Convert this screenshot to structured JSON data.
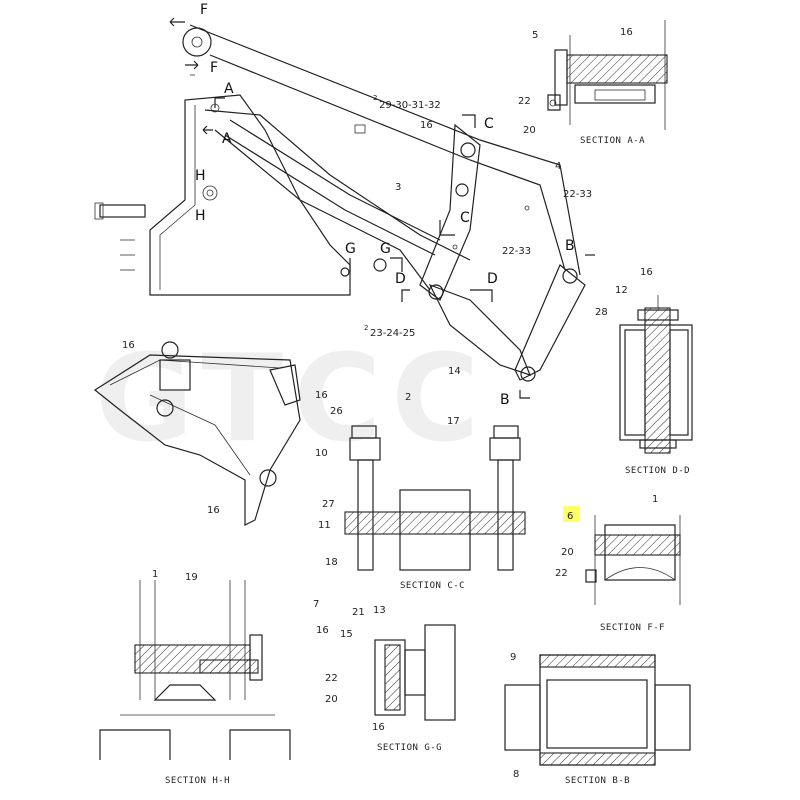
{
  "watermark": "GTCC",
  "letters": {
    "F": "F",
    "A": "A",
    "H": "H",
    "C": "C",
    "G": "G",
    "D": "D",
    "B": "B"
  },
  "parts": {
    "p1": "1",
    "p2": "2",
    "p3": "3",
    "p4": "4",
    "p5": "5",
    "p6": "6",
    "p7": "7",
    "p8": "8",
    "p9": "9",
    "p10": "10",
    "p11": "11",
    "p12": "12",
    "p13": "13",
    "p14": "14",
    "p15": "15",
    "p16": "16",
    "p17": "17",
    "p18": "18",
    "p19": "19",
    "p20": "20",
    "p21": "21",
    "p22": "22",
    "p26": "26",
    "p27": "27",
    "p28": "28",
    "p22_33": "22-33",
    "p29_32": "29-30-31-32",
    "p23_25": "23-24-25",
    "hold": "2"
  },
  "sections": {
    "aa": "SECTION A-A",
    "dd": "SECTION D-D",
    "cc": "SECTION C-C",
    "ff": "SECTION F-F",
    "hh": "SECTION H-H",
    "gg": "SECTION G-G",
    "bb": "SECTION B-B"
  },
  "highlight": {
    "label": "6",
    "color": "#ffff66"
  }
}
